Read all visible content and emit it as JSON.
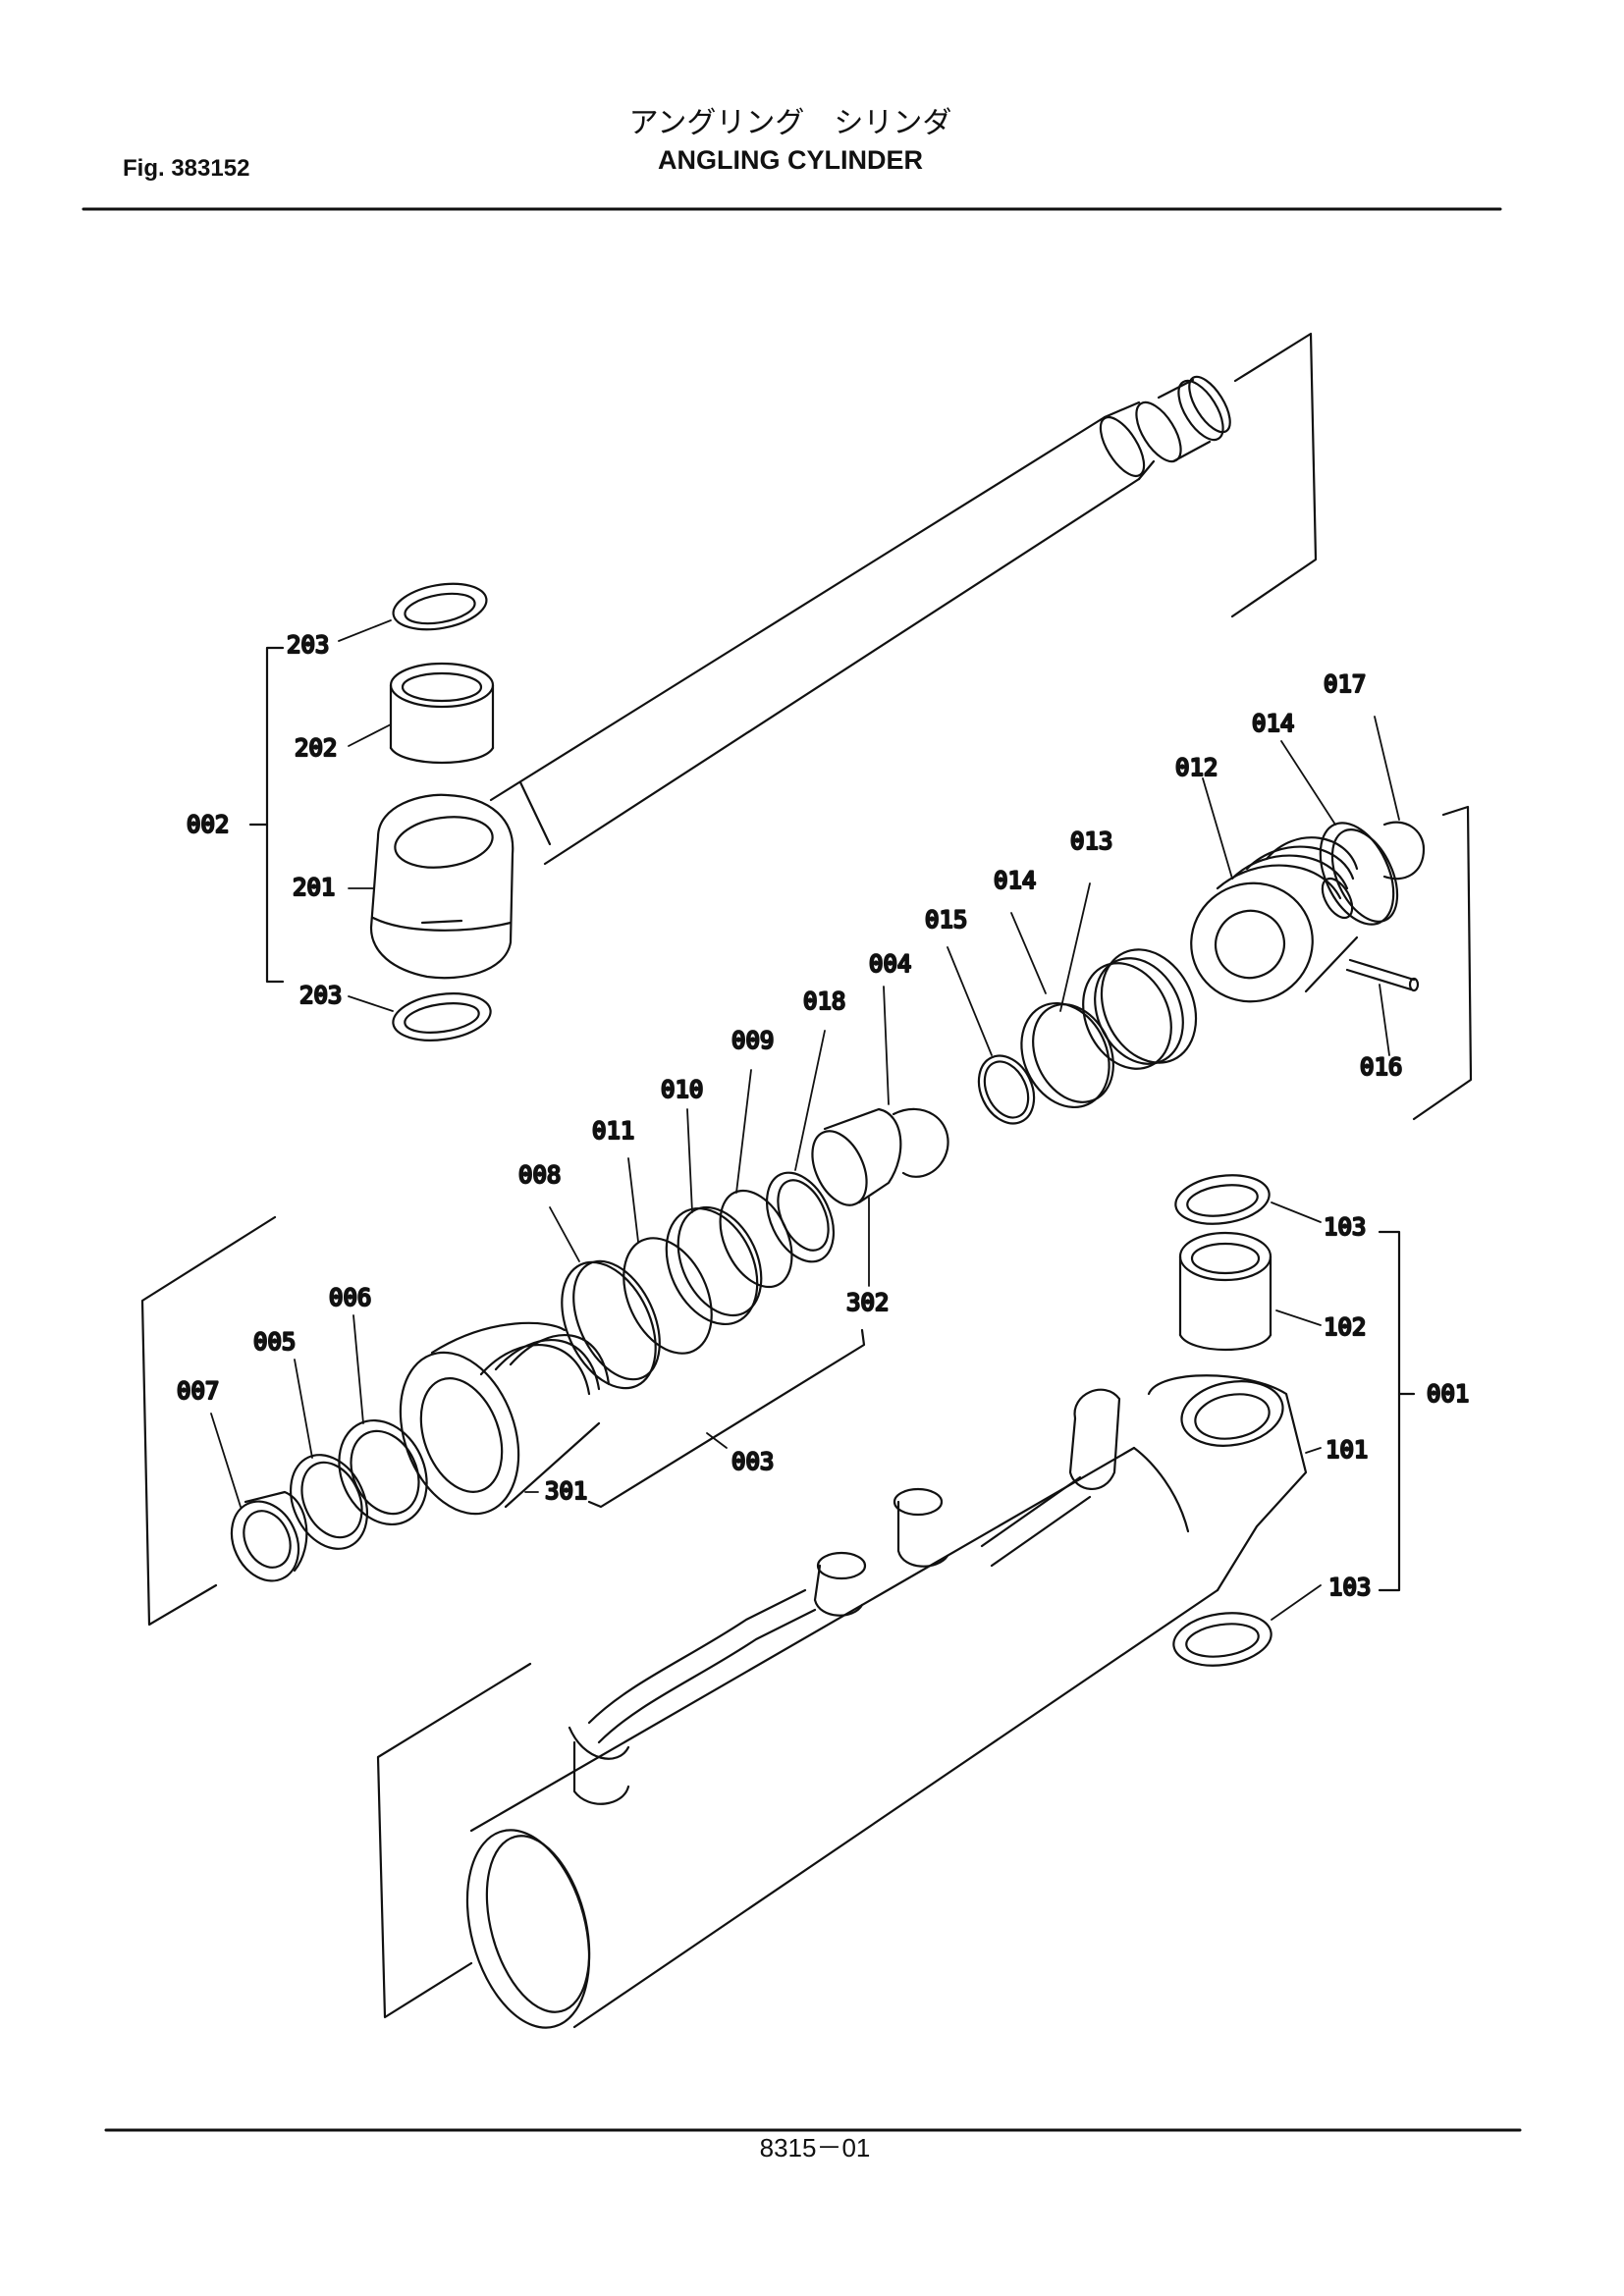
{
  "header": {
    "fig_label": "Fig. 383152",
    "title_jp": "アングリング　シリンダ",
    "title_en": "ANGLING CYLINDER"
  },
  "footer": {
    "page_number": "8315－01"
  },
  "diagram": {
    "callouts": [
      "203",
      "202",
      "002",
      "201",
      "203",
      "017",
      "014",
      "012",
      "013",
      "014",
      "015",
      "004",
      "018",
      "009",
      "010",
      "011",
      "008",
      "016",
      "006",
      "005",
      "007",
      "302",
      "301",
      "003",
      "103",
      "102",
      "001",
      "101",
      "103"
    ]
  }
}
